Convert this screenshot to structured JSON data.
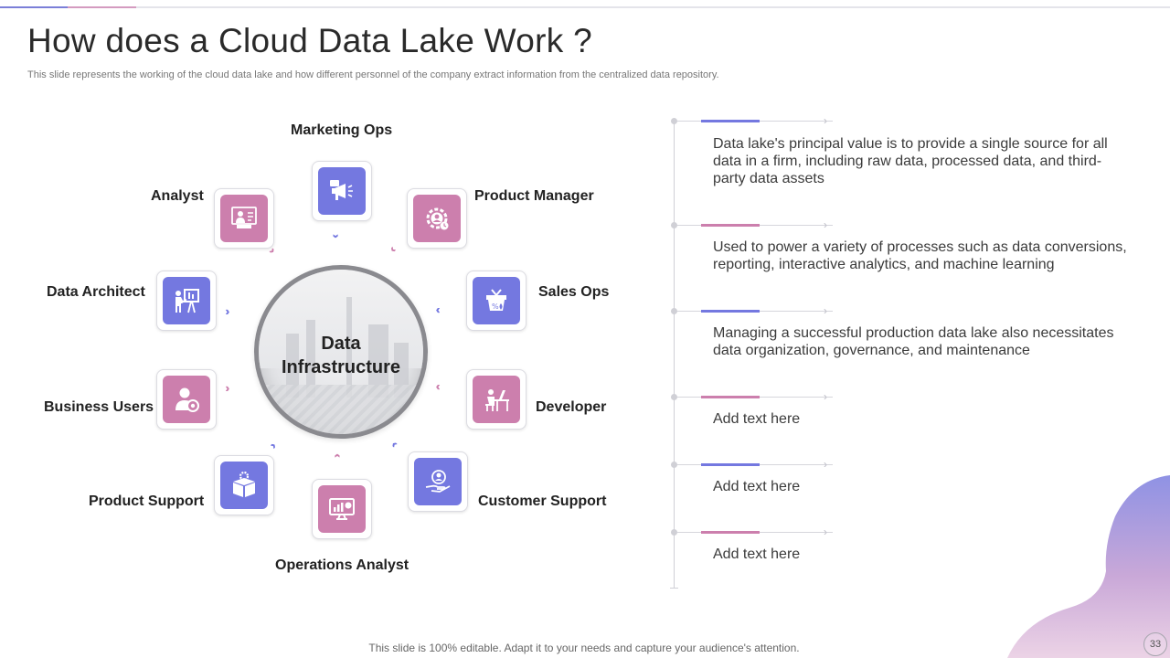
{
  "slide": {
    "title": "How does a Cloud Data Lake Work ?",
    "subtitle": "This slide represents the working of the cloud data lake and how different personnel of the company extract information from the centralized data repository.",
    "footer": "This slide is 100% editable. Adapt it to your needs and capture your audience's attention.",
    "page_number": "33"
  },
  "diagram": {
    "center": {
      "line1": "Data",
      "line2": "Infrastructure"
    },
    "nodes": [
      {
        "label": "Marketing Ops",
        "icon": "megaphone-icon",
        "color": "#7478e0"
      },
      {
        "label": "Product Manager",
        "icon": "gear-person-icon",
        "color": "#cc7fad"
      },
      {
        "label": "Sales Ops",
        "icon": "sales-basket-icon",
        "color": "#7478e0"
      },
      {
        "label": "Developer",
        "icon": "developer-desk-icon",
        "color": "#cc7fad"
      },
      {
        "label": "Customer Support",
        "icon": "hand-support-icon",
        "color": "#7478e0"
      },
      {
        "label": "Operations Analyst",
        "icon": "monitor-chart-icon",
        "color": "#cc7fad"
      },
      {
        "label": "Product Support",
        "icon": "box-gear-icon",
        "color": "#7478e0"
      },
      {
        "label": "Business Users",
        "icon": "user-settings-icon",
        "color": "#cc7fad"
      },
      {
        "label": "Data Architect",
        "icon": "presenter-board-icon",
        "color": "#7478e0"
      },
      {
        "label": "Analyst",
        "icon": "analyst-screen-icon",
        "color": "#cc7fad"
      }
    ]
  },
  "timeline": {
    "items": [
      {
        "text": "Data lake's principal value  is to provide a single source for all data in a firm, including raw data, processed data, and third-party data assets",
        "accent": "#7478e0"
      },
      {
        "text": "Used to power a variety of processes such as data conversions, reporting, interactive analytics, and machine learning",
        "accent": "#cc7fad"
      },
      {
        "text": "Managing a successful production data lake also necessitates data organization, governance, and maintenance",
        "accent": "#7478e0"
      },
      {
        "text": "Add text here",
        "accent": "#cc7fad"
      },
      {
        "text": "Add text here",
        "accent": "#7478e0"
      },
      {
        "text": "Add text here",
        "accent": "#cc7fad"
      }
    ]
  },
  "colors": {
    "primary": "#7478e0",
    "secondary": "#cc7fad"
  }
}
